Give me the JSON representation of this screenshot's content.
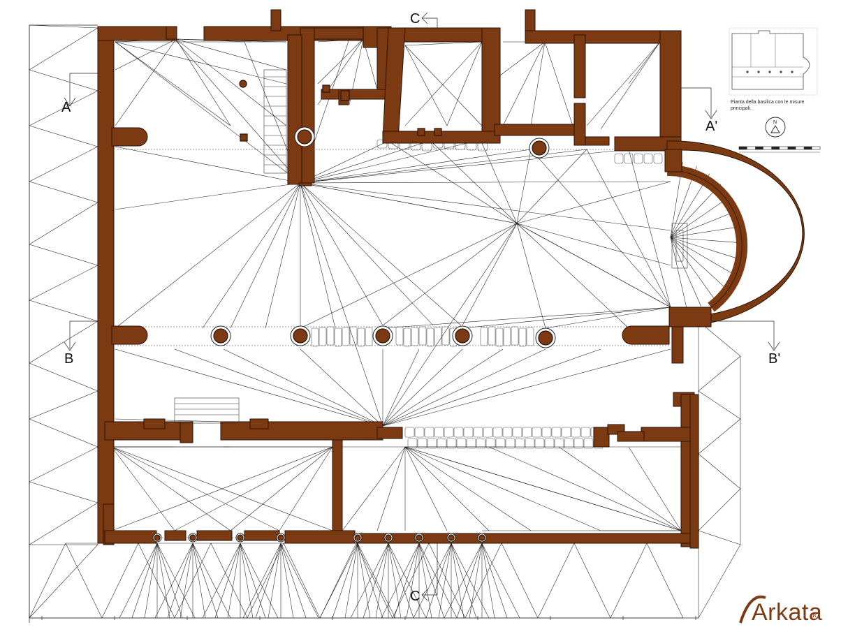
{
  "section_markers": {
    "a_left": "A",
    "a_right": "A'",
    "b_left": "B",
    "b_right": "B'",
    "c_top": "C",
    "c_bottom": "C"
  },
  "inset": {
    "caption_line1": "Pianta della basilica con le misure",
    "caption_line2": "principali.",
    "north_label": "N"
  },
  "brand": {
    "name": "Arkata",
    "mark": "R"
  },
  "colors": {
    "wall_fill": "#7b3a12",
    "brand": "#7b3a12"
  }
}
